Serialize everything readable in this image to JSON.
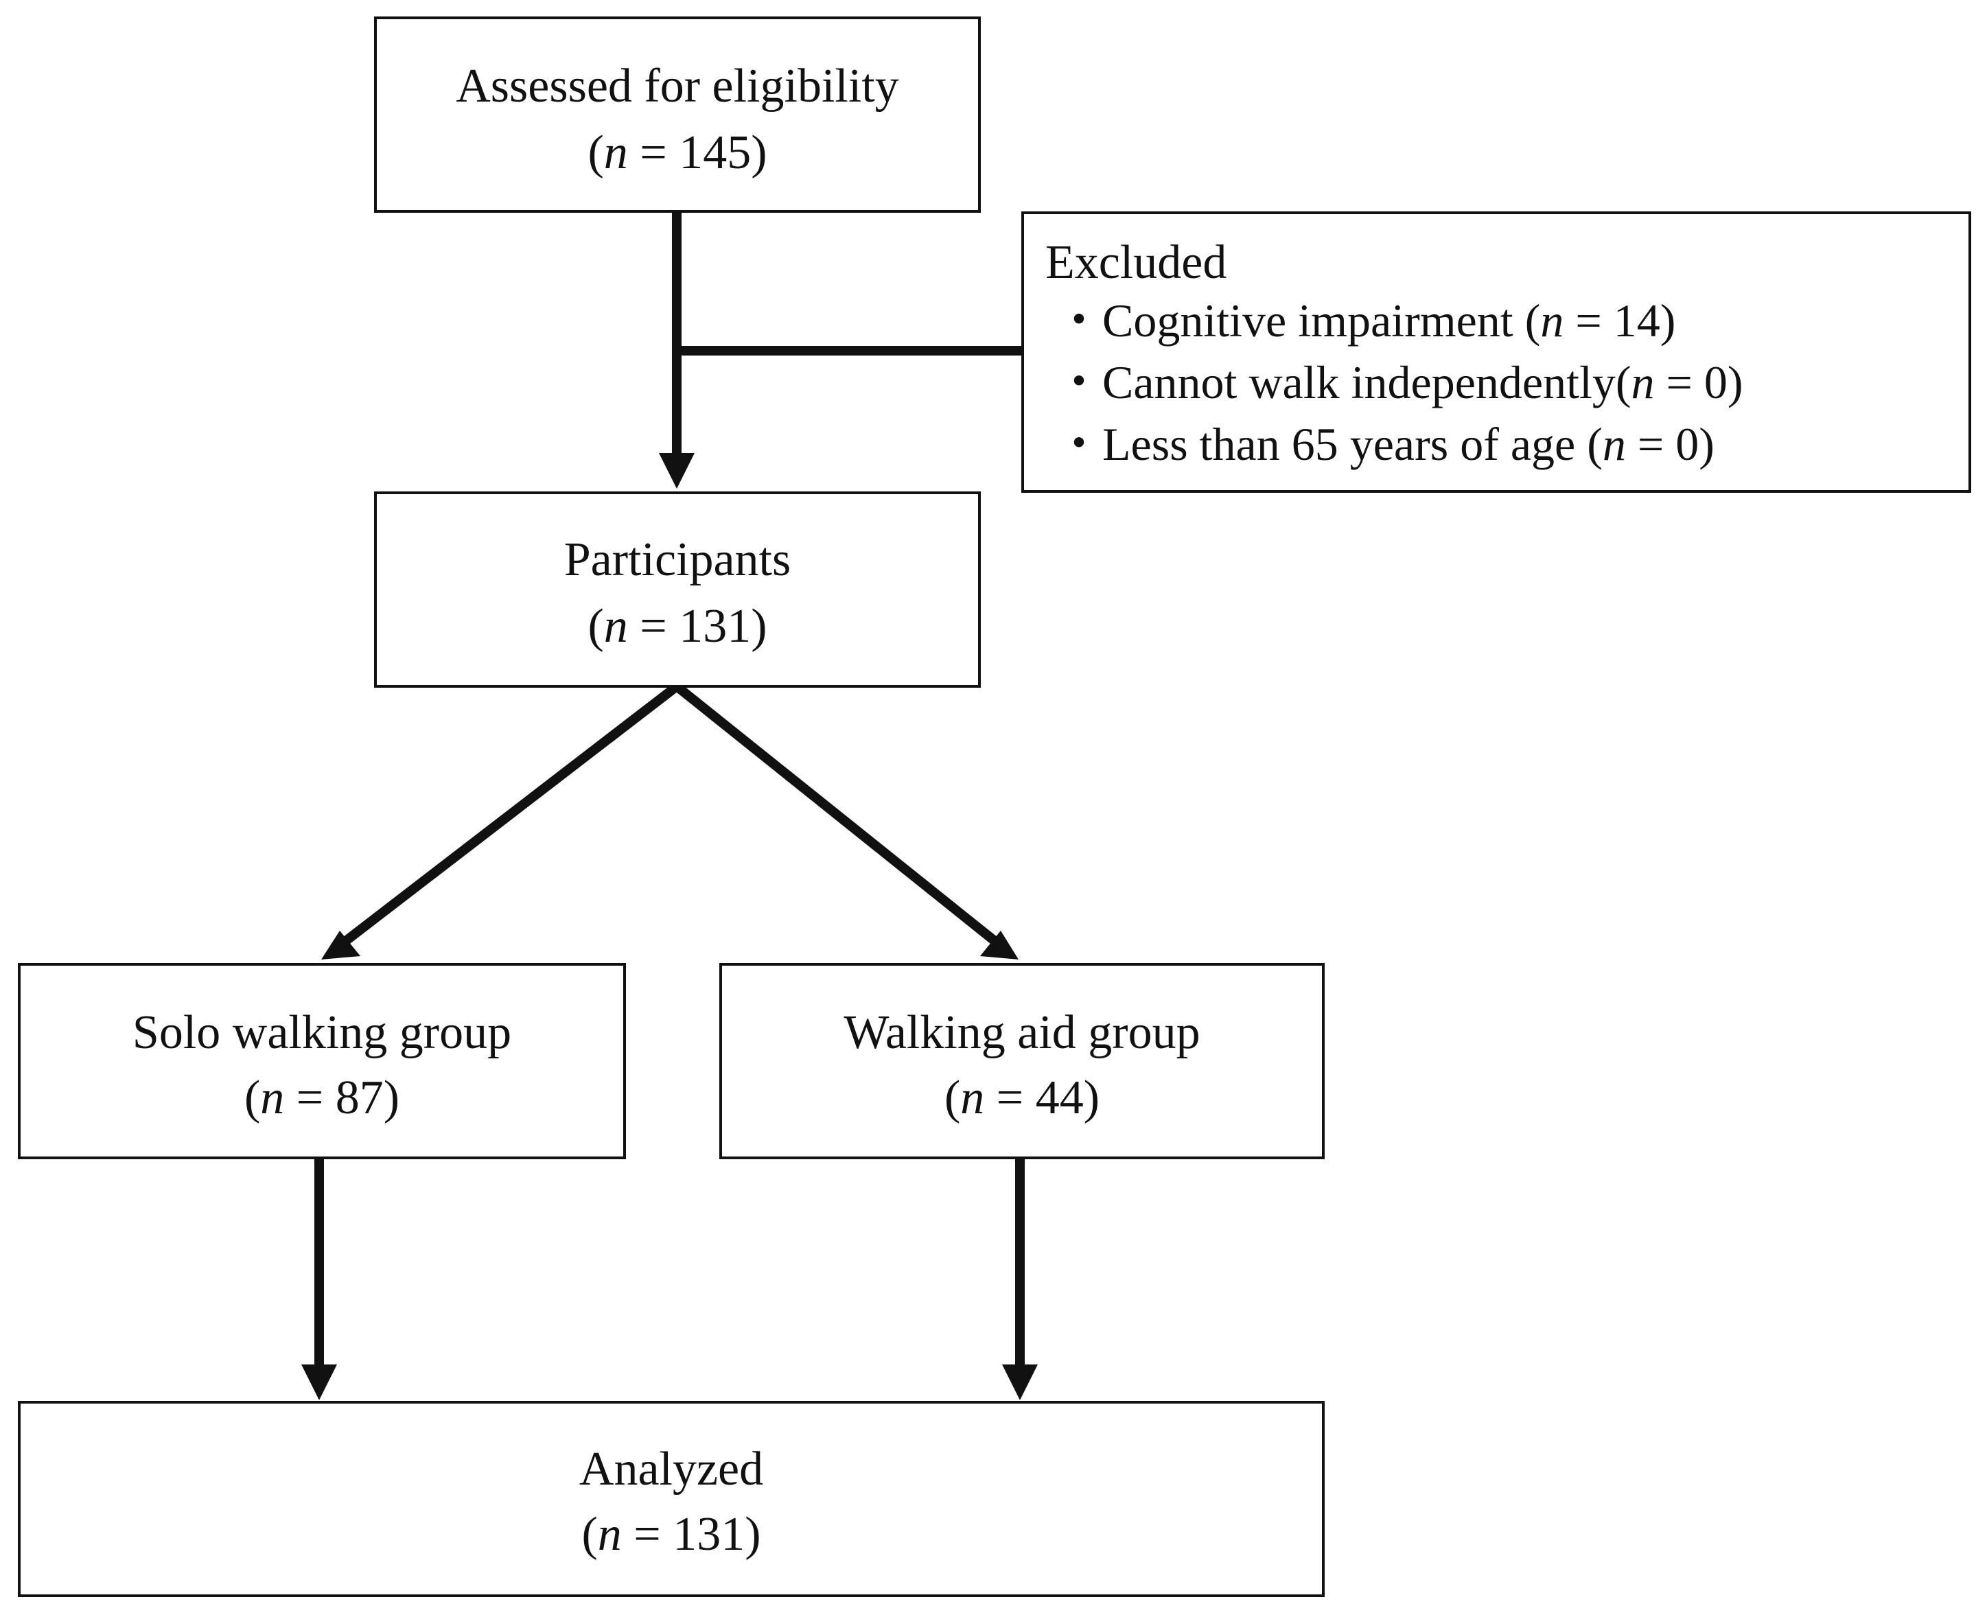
{
  "nodes": {
    "assessed": {
      "title": "Assessed for eligibility",
      "n_label": "n",
      "n_rest": " = 145)"
    },
    "excluded": {
      "title": "Excluded",
      "items": [
        {
          "bullet": "・",
          "text": "Cognitive impairment (",
          "n_label": "n",
          "n_rest": " = 14)"
        },
        {
          "bullet": "・",
          "text": "Cannot walk independently(",
          "n_label": "n",
          "n_rest": " = 0)"
        },
        {
          "bullet": "・",
          "text": "Less than 65 years of age (",
          "n_label": "n",
          "n_rest": " = 0)"
        }
      ]
    },
    "participants": {
      "title": "Participants",
      "n_label": "n",
      "n_rest": " = 131)"
    },
    "solo": {
      "title": "Solo walking group",
      "n_label": "n",
      "n_rest": " = 87)"
    },
    "aid": {
      "title": "Walking aid group",
      "n_label": "n",
      "n_rest": " = 44)"
    },
    "analyzed": {
      "title": "Analyzed",
      "n_label": "n",
      "n_rest": " = 131)"
    }
  },
  "open_paren": "(",
  "colors": {
    "line": "#111111",
    "background": "#ffffff"
  }
}
